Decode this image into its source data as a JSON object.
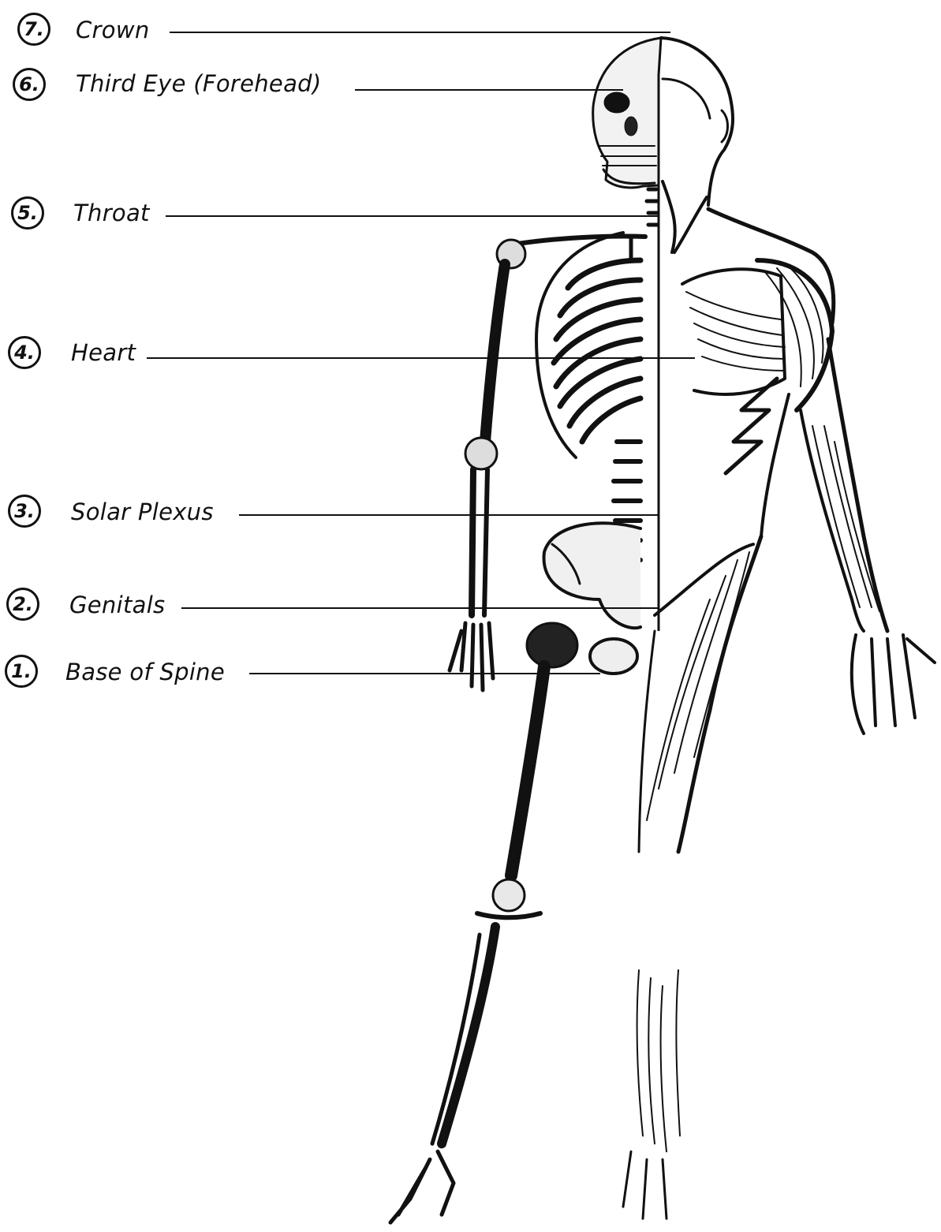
{
  "chakras": [
    {
      "number": "7.",
      "name": "Crown"
    },
    {
      "number": "6.",
      "name": "Third Eye (Forehead)"
    },
    {
      "number": "5.",
      "name": "Throat"
    },
    {
      "number": "4.",
      "name": "Heart"
    },
    {
      "number": "3.",
      "name": "Solar Plexus"
    },
    {
      "number": "2.",
      "name": "Genitals"
    },
    {
      "number": "1.",
      "name": "Base of Spine"
    }
  ],
  "colors": {
    "ink": "#111111",
    "background": "#ffffff"
  },
  "illustration": {
    "left_half": "skeleton",
    "right_half": "muscular-figure"
  }
}
